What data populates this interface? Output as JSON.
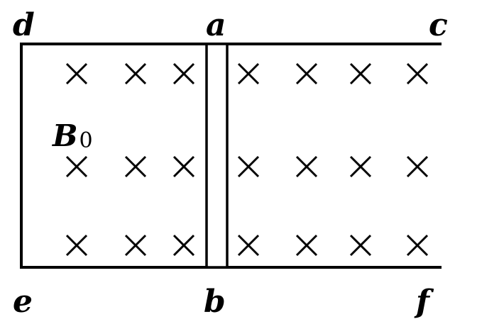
{
  "labels": {
    "top_left": "d",
    "top_middle": "a",
    "top_right": "c",
    "bottom_left": "e",
    "bottom_middle": "b",
    "bottom_right": "f"
  },
  "field": {
    "symbol": "B",
    "subscript": "0",
    "direction": "into-page-cross-symbols"
  },
  "colors": {
    "ink": "#000000",
    "background": "#ffffff"
  }
}
